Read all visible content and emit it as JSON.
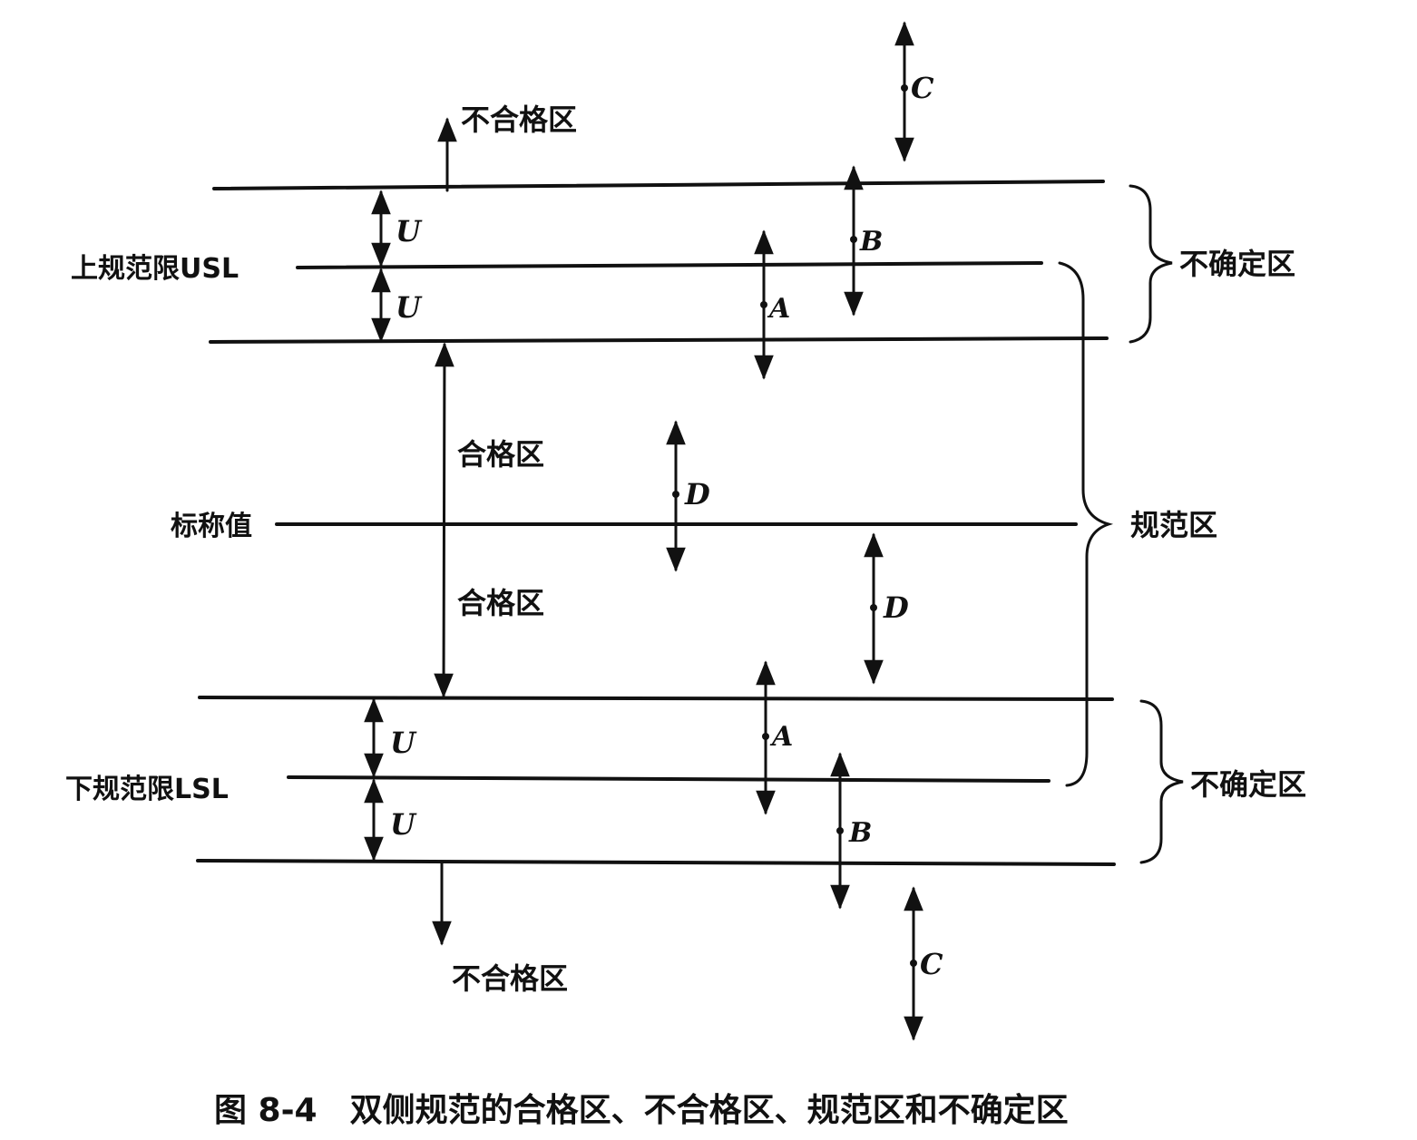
{
  "labels": {
    "usl": "上规范限USL",
    "lsl": "下规范限LSL",
    "nominal": "标称值",
    "nonconforming_top": "不合格区",
    "nonconforming_bottom": "不合格区",
    "conforming_upper": "合格区",
    "conforming_lower": "合格区",
    "uncertainty_top": "不确定区",
    "uncertainty_bottom": "不确定区",
    "spec_zone": "规范区"
  },
  "markers": {
    "u1": "U",
    "u2": "U",
    "u3": "U",
    "u4": "U",
    "a_top": "A",
    "a_bottom": "A",
    "b_top": "B",
    "b_bottom": "B",
    "c_top": "C",
    "c_bottom": "C",
    "d_top": "D",
    "d_bottom": "D"
  },
  "caption": "图 8-4　双侧规范的合格区、不合格区、规范区和不确定区"
}
